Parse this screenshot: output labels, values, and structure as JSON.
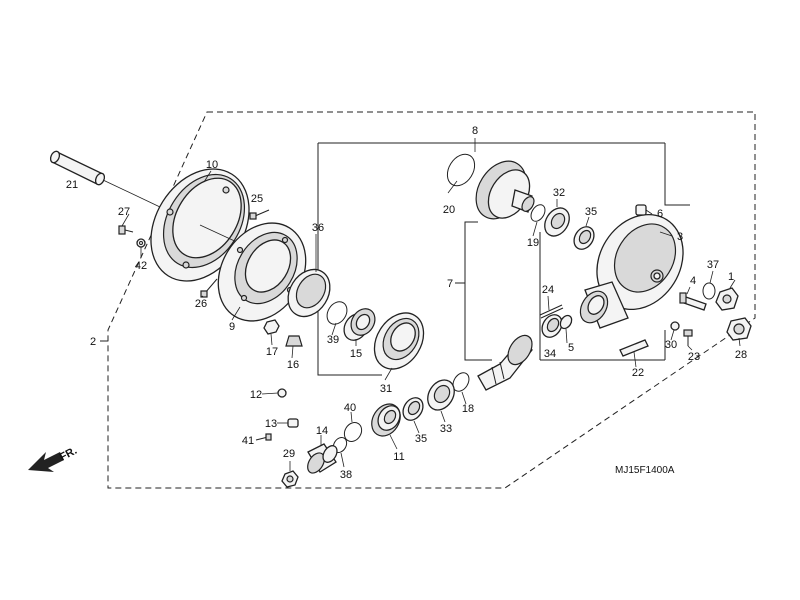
{
  "diagram": {
    "code": "MJ15F1400A",
    "direction_label": "FR.",
    "callouts": [
      {
        "id": "c1",
        "text": "1"
      },
      {
        "id": "c2",
        "text": "2"
      },
      {
        "id": "c3",
        "text": "3"
      },
      {
        "id": "c4",
        "text": "4"
      },
      {
        "id": "c5",
        "text": "5"
      },
      {
        "id": "c6",
        "text": "6"
      },
      {
        "id": "c7",
        "text": "7"
      },
      {
        "id": "c8",
        "text": "8"
      },
      {
        "id": "c9",
        "text": "9"
      },
      {
        "id": "c10",
        "text": "10"
      },
      {
        "id": "c11",
        "text": "11"
      },
      {
        "id": "c12",
        "text": "12"
      },
      {
        "id": "c13",
        "text": "13"
      },
      {
        "id": "c14",
        "text": "14"
      },
      {
        "id": "c15",
        "text": "15"
      },
      {
        "id": "c16",
        "text": "16"
      },
      {
        "id": "c17",
        "text": "17"
      },
      {
        "id": "c18",
        "text": "18"
      },
      {
        "id": "c19",
        "text": "19"
      },
      {
        "id": "c20",
        "text": "20"
      },
      {
        "id": "c21",
        "text": "21"
      },
      {
        "id": "c22",
        "text": "22"
      },
      {
        "id": "c23",
        "text": "23"
      },
      {
        "id": "c24",
        "text": "24"
      },
      {
        "id": "c25",
        "text": "25"
      },
      {
        "id": "c26",
        "text": "26"
      },
      {
        "id": "c27",
        "text": "27"
      },
      {
        "id": "c28",
        "text": "28"
      },
      {
        "id": "c29",
        "text": "29"
      },
      {
        "id": "c30",
        "text": "30"
      },
      {
        "id": "c31",
        "text": "31"
      },
      {
        "id": "c32",
        "text": "32"
      },
      {
        "id": "c33",
        "text": "33"
      },
      {
        "id": "c34",
        "text": "34"
      },
      {
        "id": "c35a",
        "text": "35"
      },
      {
        "id": "c35b",
        "text": "35"
      },
      {
        "id": "c36",
        "text": "36"
      },
      {
        "id": "c37",
        "text": "37"
      },
      {
        "id": "c38",
        "text": "38"
      },
      {
        "id": "c39",
        "text": "39"
      },
      {
        "id": "c40",
        "text": "40"
      },
      {
        "id": "c41",
        "text": "41"
      },
      {
        "id": "c42",
        "text": "42"
      }
    ]
  }
}
